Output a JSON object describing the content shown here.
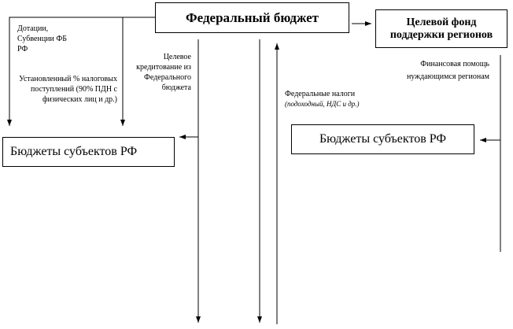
{
  "boxes": {
    "federal_budget": "Федеральный бюджет",
    "target_fund": "Целевой фонд поддержки регионов",
    "regional_budgets_left": "Бюджеты субъектов РФ",
    "regional_budgets_right": "Бюджеты субъектов РФ"
  },
  "labels": {
    "subsidies": "Дотации, Субвенции ФБ РФ",
    "tax_share": "Установленный % налоговых поступлений (90% ПДН с физических лиц и др.)",
    "targeted_credit": "Целевое кредитование из Федерального бюджета",
    "federal_taxes": "Федеральные налоги",
    "federal_taxes_examples": "(подоходный, НДС и др.)",
    "financial_aid": "Финансовая помощь нуждающимся регионам"
  }
}
